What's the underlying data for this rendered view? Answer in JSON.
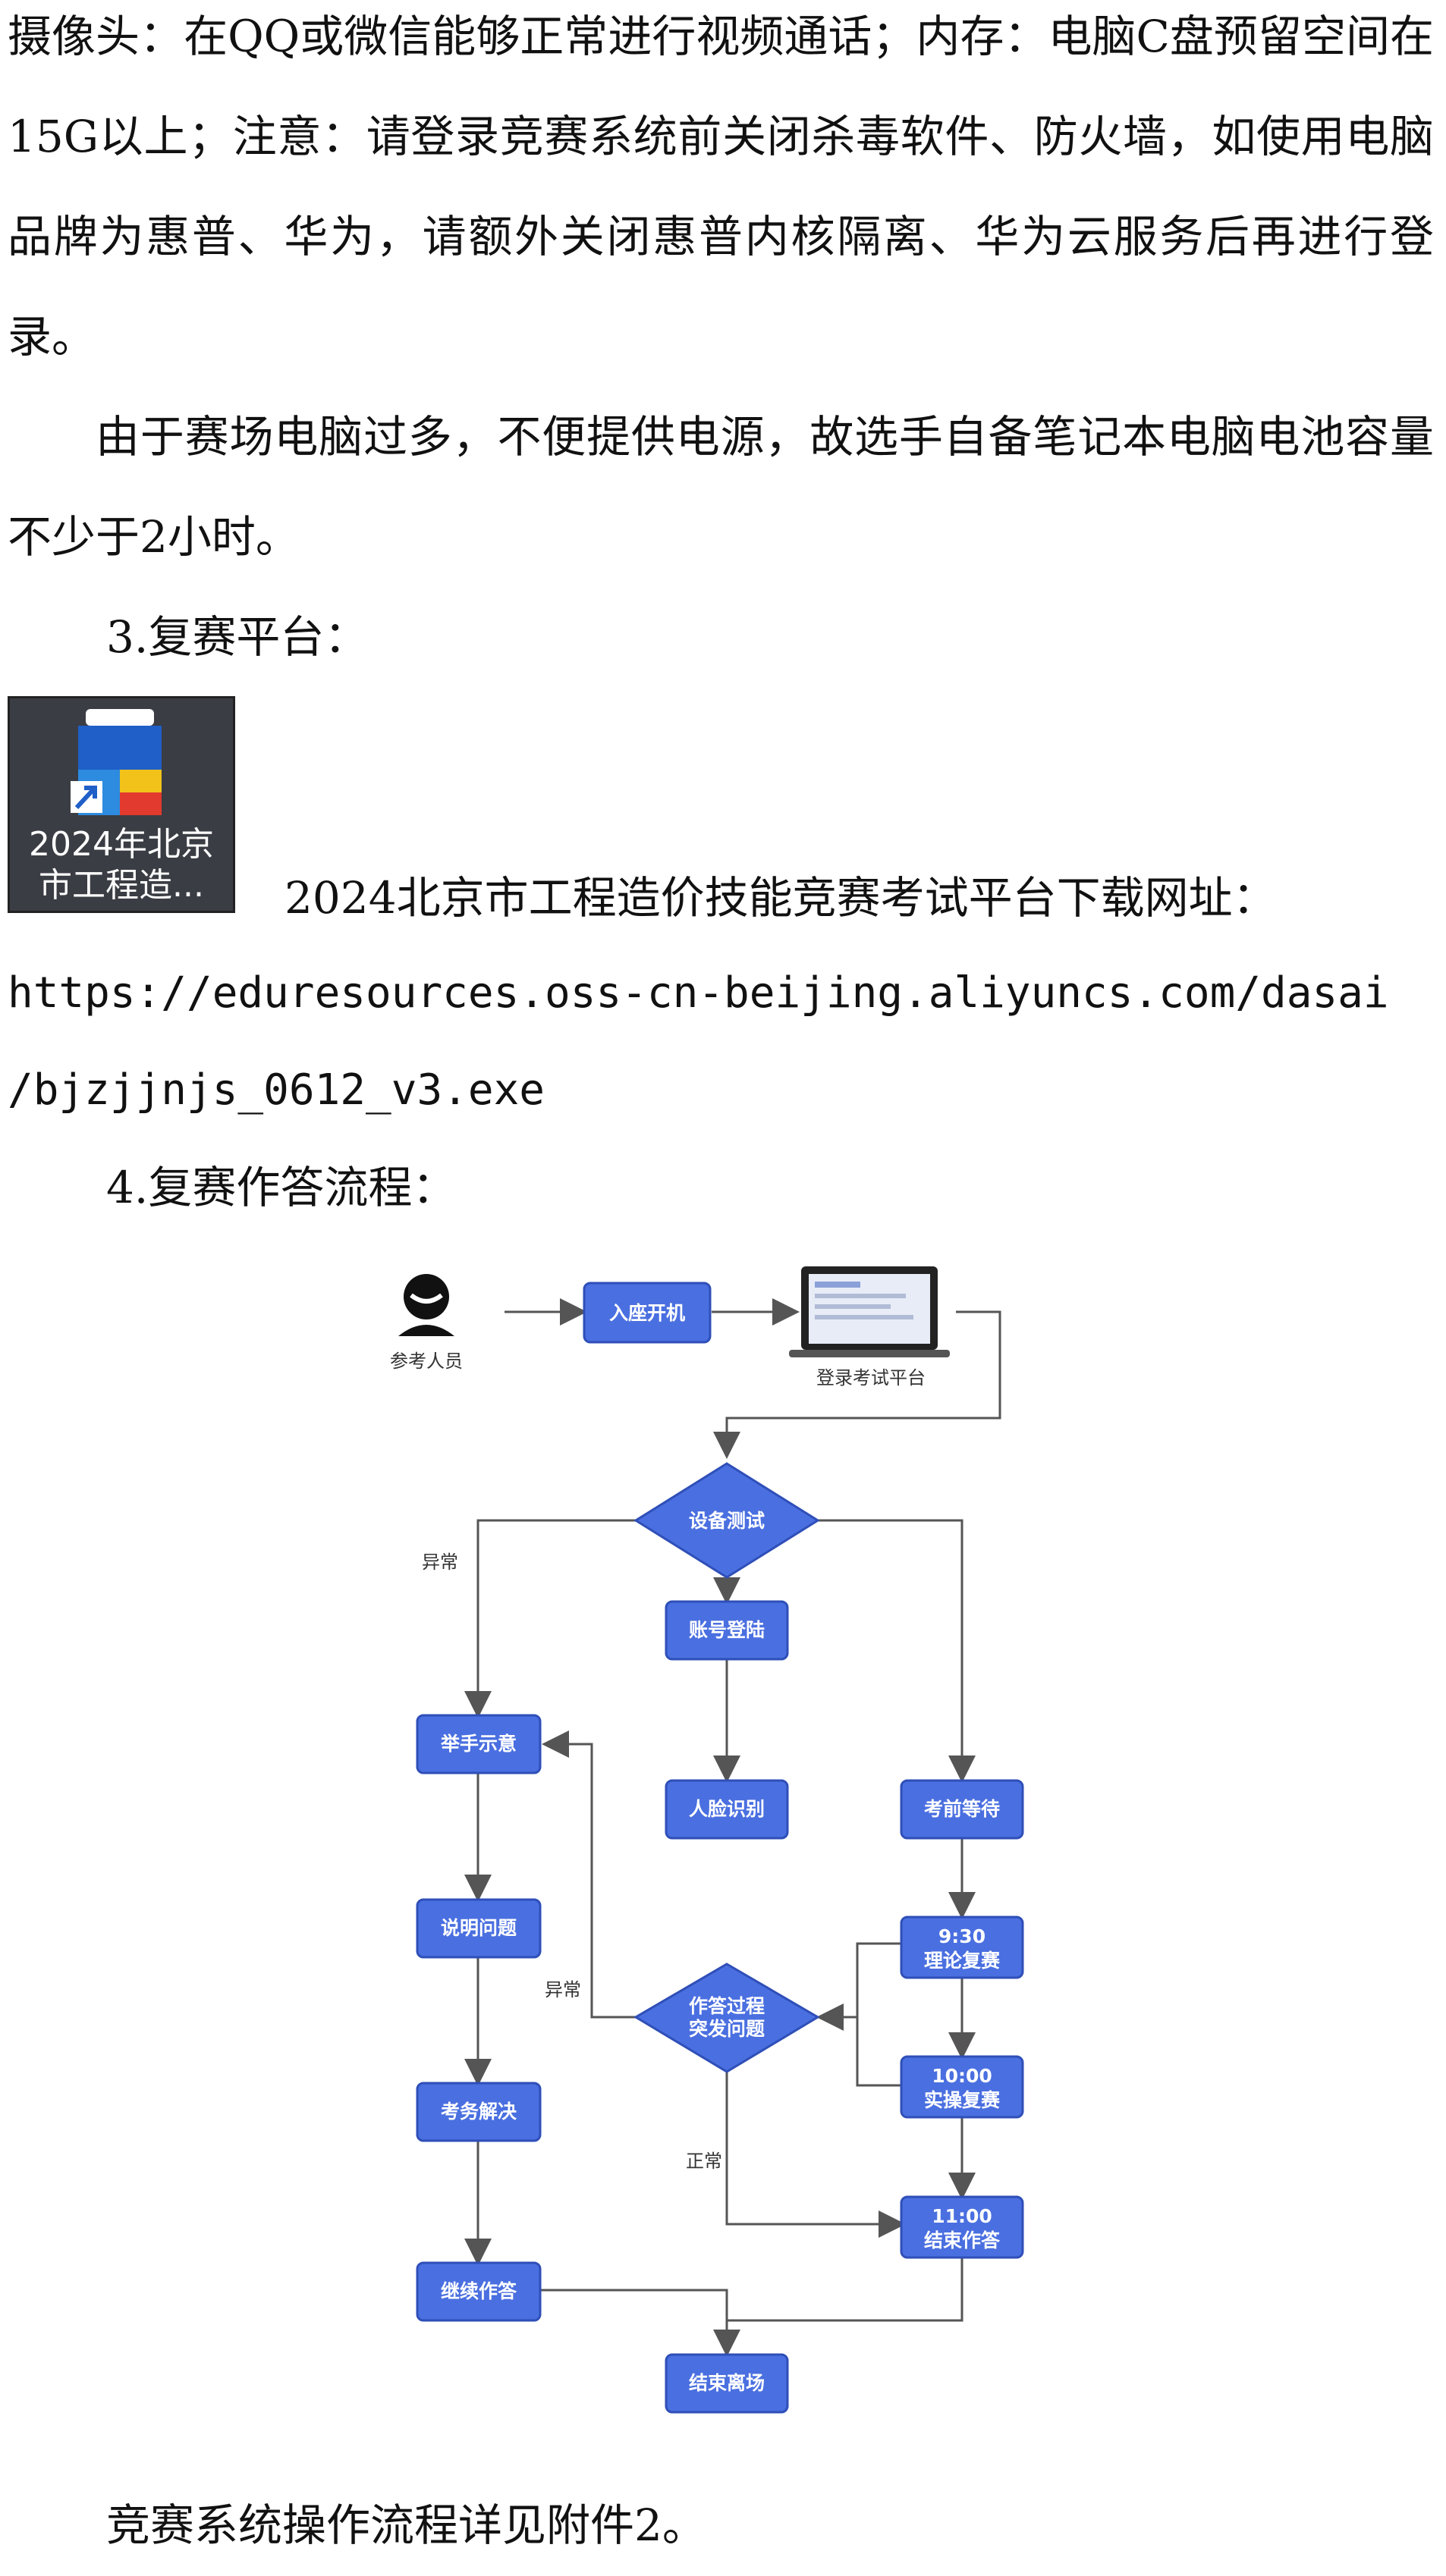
{
  "paragraphs": {
    "p1": "摄像头：在QQ或微信能够正常进行视频通话；内存：电脑C盘预留空间在15G以上；注意：请登录竞赛系统前关闭杀毒软件、防火墙，如使用电脑品牌为惠普、华为，请额外关闭惠普内核隔离、华为云服务后再进行登录。",
    "p2": "由于赛场电脑过多，不便提供电源，故选手自备笔记本电脑电池容量不少于2小时。",
    "h3": "3.复赛平台：",
    "icon_line1": "2024年北京",
    "icon_line2": "市工程造...",
    "download_label": "2024北京市工程造价技能竞赛考试平台下载网址：",
    "url_line1": "https://eduresources.oss-cn-beijing.aliyuncs.com/dasai",
    "url_line2": "/bjzjjnjs_0612_v3.exe",
    "h4": "4.复赛作答流程：",
    "footer": "竞赛系统操作流程详见附件2。"
  },
  "flow": {
    "candidate": "参考人员",
    "seat": "入座开机",
    "login_platform": "登录考试平台",
    "device_test": "设备测试",
    "abnormal_1": "异常",
    "account_login": "账号登陆",
    "face_id": "人脸识别",
    "pre_exam": "考前等待",
    "raise_hand": "举手示意",
    "explain": "说明问题",
    "resolve": "考务解决",
    "continue": "继续作答",
    "theory_time": "9:30",
    "theory": "理论复赛",
    "practice_time": "10:00",
    "practice": "实操复赛",
    "end_time": "11:00",
    "end_answer": "结束作答",
    "issue_line1": "作答过程",
    "issue_line2": "突发问题",
    "abnormal_2": "异常",
    "normal": "正常",
    "leave": "结束离场"
  },
  "colors": {
    "node": "#4a6fe0",
    "node_border": "#2f4fb8",
    "line": "#555555"
  }
}
